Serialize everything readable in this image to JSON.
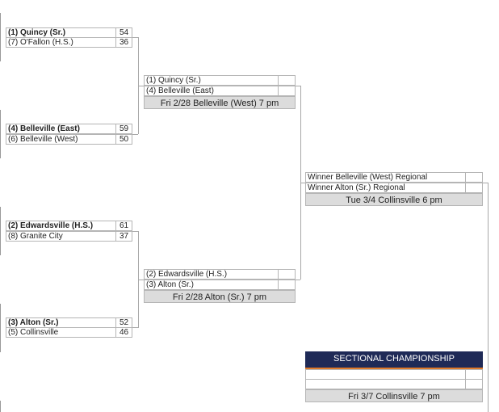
{
  "round1": [
    {
      "team": "(1) Quincy (Sr.)",
      "score": "54",
      "winner": true
    },
    {
      "team": "(7) O'Fallon (H.S.)",
      "score": "36",
      "winner": false
    },
    {
      "team": "(4) Belleville (East)",
      "score": "59",
      "winner": true
    },
    {
      "team": "(6) Belleville (West)",
      "score": "50",
      "winner": false
    },
    {
      "team": "(2) Edwardsville (H.S.)",
      "score": "61",
      "winner": true
    },
    {
      "team": "(8) Granite City",
      "score": "37",
      "winner": false
    },
    {
      "team": "(3) Alton (Sr.)",
      "score": "52",
      "winner": true
    },
    {
      "team": "(5) Collinsville",
      "score": "46",
      "winner": false
    }
  ],
  "semis": [
    {
      "team1": "(1) Quincy (Sr.)",
      "team2": "(4) Belleville (East)",
      "info": "Fri 2/28 Belleville (West) 7 pm"
    },
    {
      "team1": "(2) Edwardsville (H.S.)",
      "team2": "(3) Alton (Sr.)",
      "info": "Fri 2/28 Alton (Sr.) 7 pm"
    }
  ],
  "sectional": {
    "team1": "Winner Belleville (West) Regional",
    "team2": "Winner Alton (Sr.) Regional",
    "info": "Tue 3/4 Collinsville 6 pm"
  },
  "championship": {
    "title": "SECTIONAL CHAMPIONSHIP",
    "info": "Fri 3/7 Collinsville 7 pm"
  },
  "colors": {
    "banner": "#1f2a57",
    "banner_accent": "#e07a2a",
    "info_bg": "#dcdcdc"
  }
}
